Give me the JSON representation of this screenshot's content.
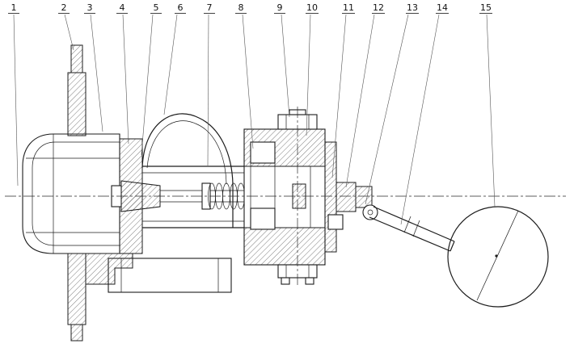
{
  "figure": {
    "kind": "sectional assembly drawing of a float-operated valve with numbered part callouts",
    "background": "#ffffff",
    "line_color": "#1c1c1c"
  },
  "callouts": [
    {
      "label": "1"
    },
    {
      "label": "2"
    },
    {
      "label": "3"
    },
    {
      "label": "4"
    },
    {
      "label": "5"
    },
    {
      "label": "6"
    },
    {
      "label": "7"
    },
    {
      "label": "8"
    },
    {
      "label": "9"
    },
    {
      "label": "10"
    },
    {
      "label": "11"
    },
    {
      "label": "12"
    },
    {
      "label": "13"
    },
    {
      "label": "14"
    },
    {
      "label": "15"
    }
  ]
}
